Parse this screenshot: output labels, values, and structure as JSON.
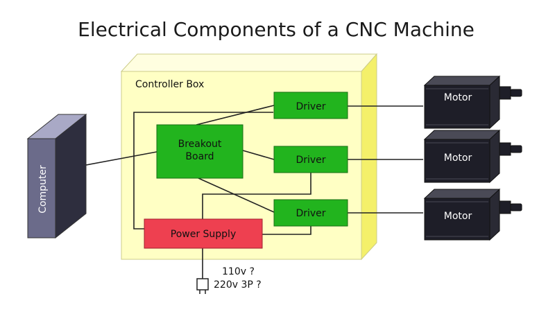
{
  "title": "Electrical Components of a CNC Machine",
  "controller_box": {
    "label": "Controller Box",
    "color": "#ffffc4"
  },
  "computer": {
    "label": "Computer",
    "color": "#6b6b8a"
  },
  "breakout_board": {
    "line1": "Breakout",
    "line2": "Board",
    "color": "#22b41e"
  },
  "drivers": [
    {
      "label": "Driver"
    },
    {
      "label": "Driver"
    },
    {
      "label": "Driver"
    }
  ],
  "driver_color": "#22b41e",
  "power_supply": {
    "label": "Power Supply",
    "color": "#ee4050"
  },
  "motors": [
    {
      "label": "Motor"
    },
    {
      "label": "Motor"
    },
    {
      "label": "Motor"
    }
  ],
  "motor_color": "#1e1e28",
  "mains": {
    "line1": "110v ?",
    "line2": "220v 3P ?"
  }
}
